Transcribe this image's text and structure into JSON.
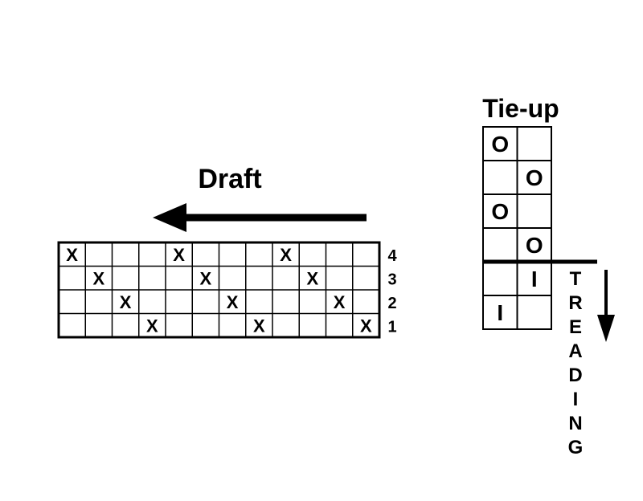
{
  "draft": {
    "title": "Draft",
    "columns": 12,
    "rows": [
      {
        "label": "4",
        "cells": [
          "X",
          "",
          "",
          "",
          "X",
          "",
          "",
          "",
          "X",
          "",
          "",
          ""
        ]
      },
      {
        "label": "3",
        "cells": [
          "",
          "X",
          "",
          "",
          "",
          "X",
          "",
          "",
          "",
          "X",
          "",
          ""
        ]
      },
      {
        "label": "2",
        "cells": [
          "",
          "",
          "X",
          "",
          "",
          "",
          "X",
          "",
          "",
          "",
          "X",
          ""
        ]
      },
      {
        "label": "1",
        "cells": [
          "",
          "",
          "",
          "X",
          "",
          "",
          "",
          "X",
          "",
          "",
          "",
          "X"
        ]
      }
    ]
  },
  "tieup": {
    "title": "Tie-up",
    "rows": [
      [
        "O",
        ""
      ],
      [
        "",
        "O"
      ],
      [
        "O",
        ""
      ],
      [
        "",
        "O"
      ]
    ]
  },
  "treadling": {
    "rows": [
      [
        "",
        "I"
      ],
      [
        "I",
        ""
      ]
    ],
    "label_letters": [
      "T",
      "R",
      "E",
      "A",
      "D",
      "I",
      "N",
      "G"
    ]
  },
  "colors": {
    "ink": "#000000",
    "background": "#ffffff"
  }
}
